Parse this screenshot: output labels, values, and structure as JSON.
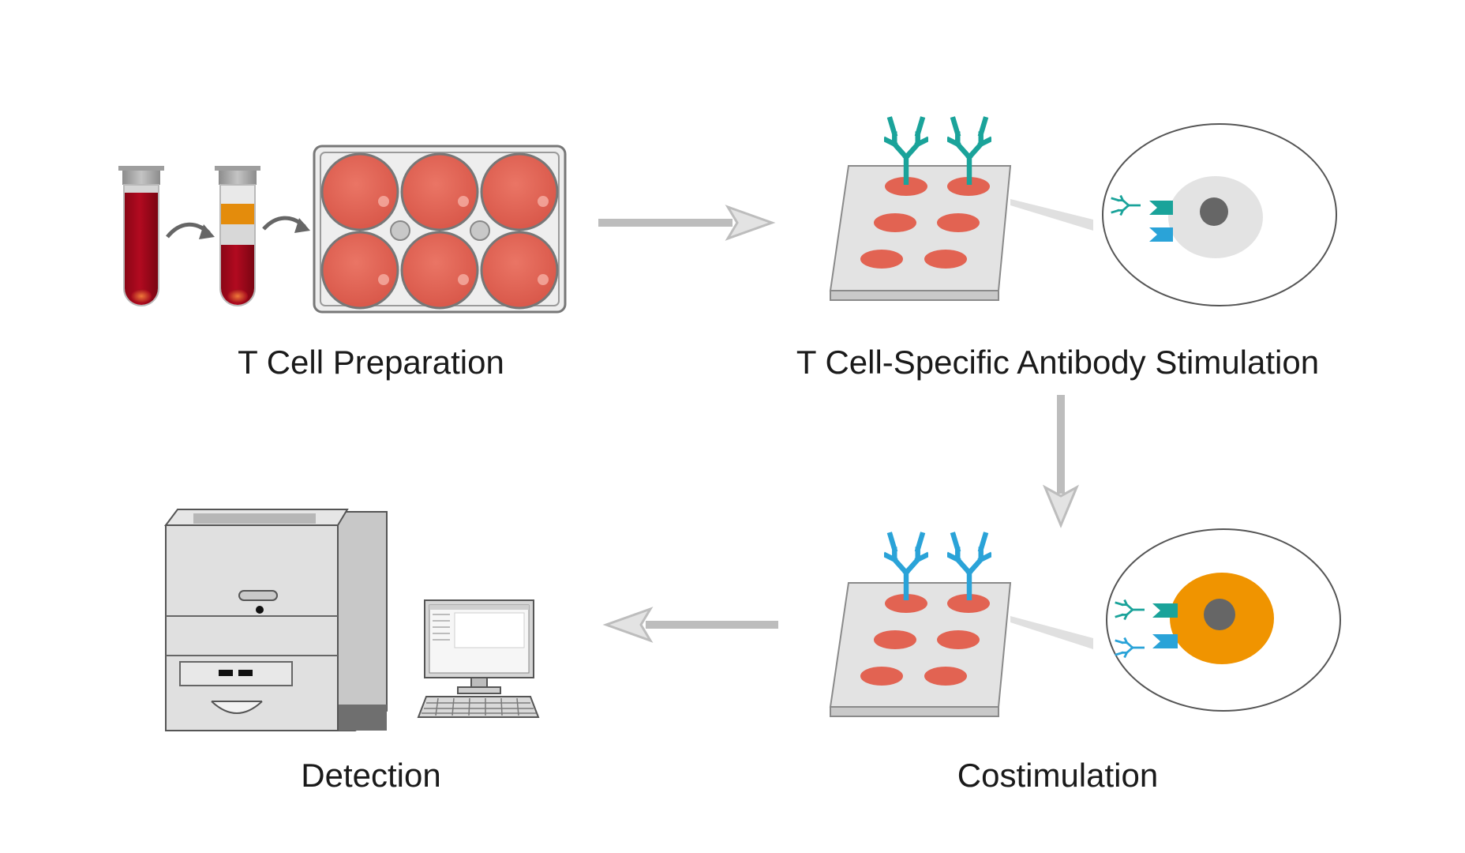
{
  "steps": {
    "preparation": {
      "label": "T Cell Preparation"
    },
    "stimulation": {
      "label": "T Cell-Specific Antibody Stimulation"
    },
    "costimulation": {
      "label": "Costimulation"
    },
    "detection": {
      "label": "Detection"
    }
  },
  "colors": {
    "blood": "#a4081c",
    "buffy_coat": "#e48c0c",
    "plasma_layer": "#d8d8d8",
    "well": "#e26352",
    "plate": "#e6e6e6",
    "teal_antibody": "#1aa39a",
    "blue_antibody": "#2aa3d8",
    "resting_cell": "#e6e6e6",
    "activated_cell": "#f09400",
    "nucleus": "#666666",
    "arrow": "#bdbdbd",
    "instrument": "#e0e0e0"
  }
}
